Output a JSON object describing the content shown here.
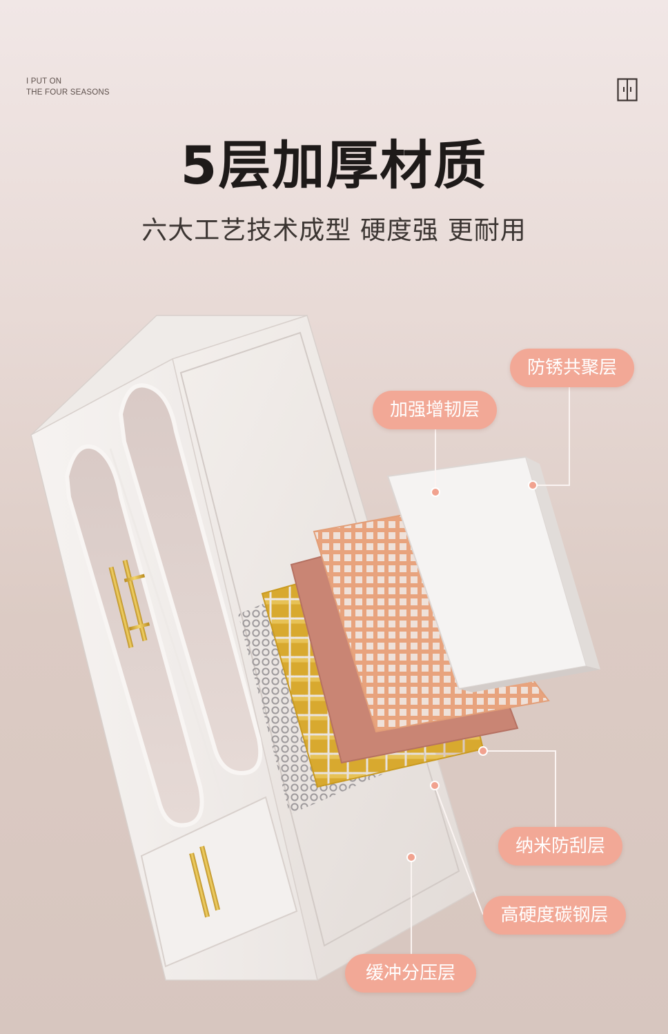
{
  "brand": {
    "line1": "I PUT ON",
    "line2": "THE FOUR SEASONS"
  },
  "header_icon": "wardrobe-logo-icon",
  "title": "5层加厚材质",
  "subtitle": "六大工艺技术成型 硬度强 更耐用",
  "layers": [
    {
      "key": "anti_rust",
      "label": "防锈共聚层"
    },
    {
      "key": "reinforce",
      "label": "加强增韧层"
    },
    {
      "key": "nano",
      "label": "纳米防刮层"
    },
    {
      "key": "steel",
      "label": "高硬度碳钢层"
    },
    {
      "key": "buffer",
      "label": "缓冲分压层"
    }
  ],
  "colors": {
    "tag_bg": "#f2a896",
    "tag_text": "#ffffff",
    "orange_grid": "#e8a37d",
    "copper_panel": "#c98574",
    "gold_panel": "#d6a62c",
    "honeycomb": "#9a9698",
    "cabinet": "#f4f1ef"
  }
}
